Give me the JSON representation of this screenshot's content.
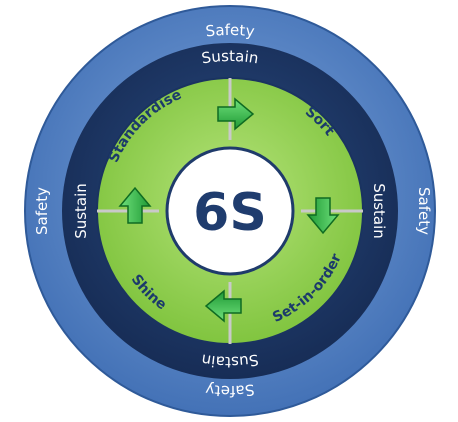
{
  "center_label": "6S",
  "outer_ring": {
    "top": "Safety",
    "left": "Safety",
    "right": "Safety",
    "bottom": "Safety"
  },
  "middle_ring": {
    "top": "Sustain",
    "left": "Sustain",
    "right": "Sustain",
    "bottom": "Sustain"
  },
  "segments": {
    "top_left": "Standardise",
    "top_right": "Sort",
    "bottom_right": "Set-in-order",
    "bottom_left": "Shine"
  },
  "colors": {
    "outer_ring": "#4f7fc3",
    "middle_ring": "#1f3b6b",
    "inner_ring": "#8fd147",
    "center": "#ffffff",
    "arrow": "#3cb54a"
  }
}
